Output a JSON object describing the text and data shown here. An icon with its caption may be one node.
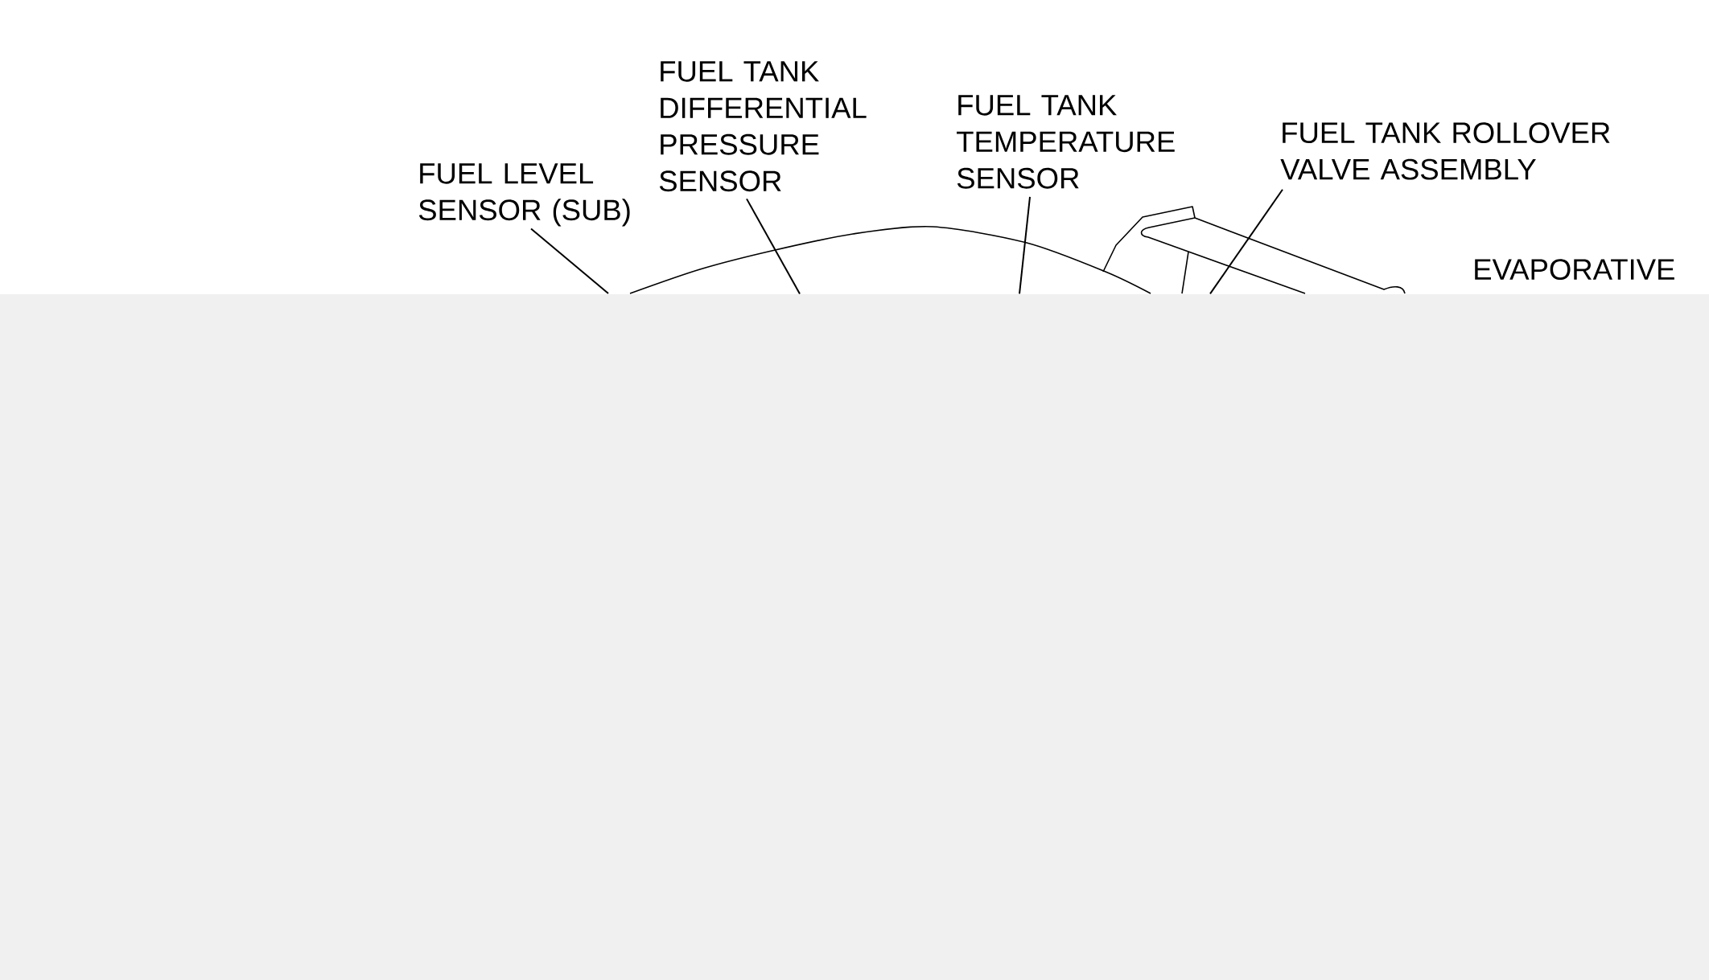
{
  "diagram": {
    "nodes": [
      {
        "text": [
          "FUEL LEVEL SENSOR (SUB)"
        ]
      },
      {
        "text": [
          "FUEL TANK DIFFERENTIAL PRESSURE SENSOR"
        ]
      },
      {
        "text": [
          "FUEL TANK TEMPERATURE SENSOR"
        ]
      },
      {
        "text": [
          "FUEL TANK ROLLOVER VALVE ASSEMBLY"
        ]
      },
      {
        "text": [],
        "shape": "picture"
      }
    ],
    "edges": [
      {
        "from": 0,
        "to": null,
        "arrow": "none"
      },
      {
        "from": 1,
        "to": 4,
        "arrow": "none"
      },
      {
        "from": 2,
        "to": 4,
        "arrow": "none"
      },
      {
        "from": 3,
        "to": 4,
        "arrow": "none"
      }
    ],
    "labels": [
      "EVAPORATIVE"
    ]
  }
}
